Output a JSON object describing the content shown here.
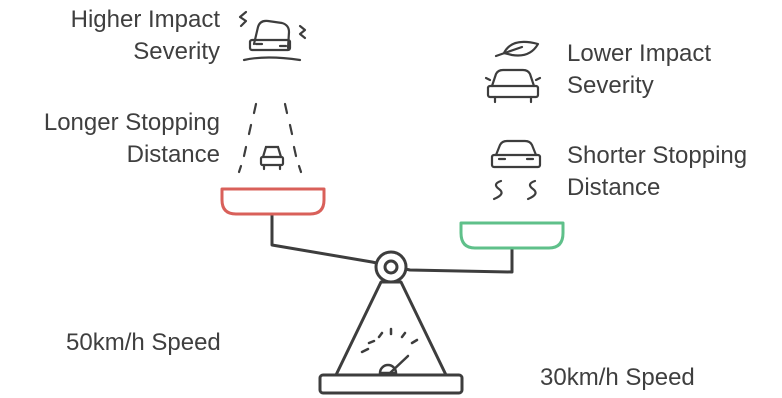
{
  "left_side": {
    "speed": "50km/h Speed",
    "impact": {
      "line1": "Higher Impact",
      "line2": "Severity",
      "icon": "car-skid-icon"
    },
    "stopping": {
      "line1": "Longer Stopping",
      "line2": "Distance",
      "icon": "car-road-icon"
    },
    "pan_color": "#d9605a"
  },
  "right_side": {
    "speed": "30km/h Speed",
    "impact": {
      "line1": "Lower Impact",
      "line2": "Severity",
      "icon": "car-leaf-icon"
    },
    "stopping": {
      "line1": "Shorter Stopping",
      "line2": "Distance",
      "icon": "car-swerve-icon"
    },
    "pan_color": "#5fc08a"
  },
  "colors": {
    "stroke": "#3d3d3d",
    "text": "#3f3f3f"
  }
}
